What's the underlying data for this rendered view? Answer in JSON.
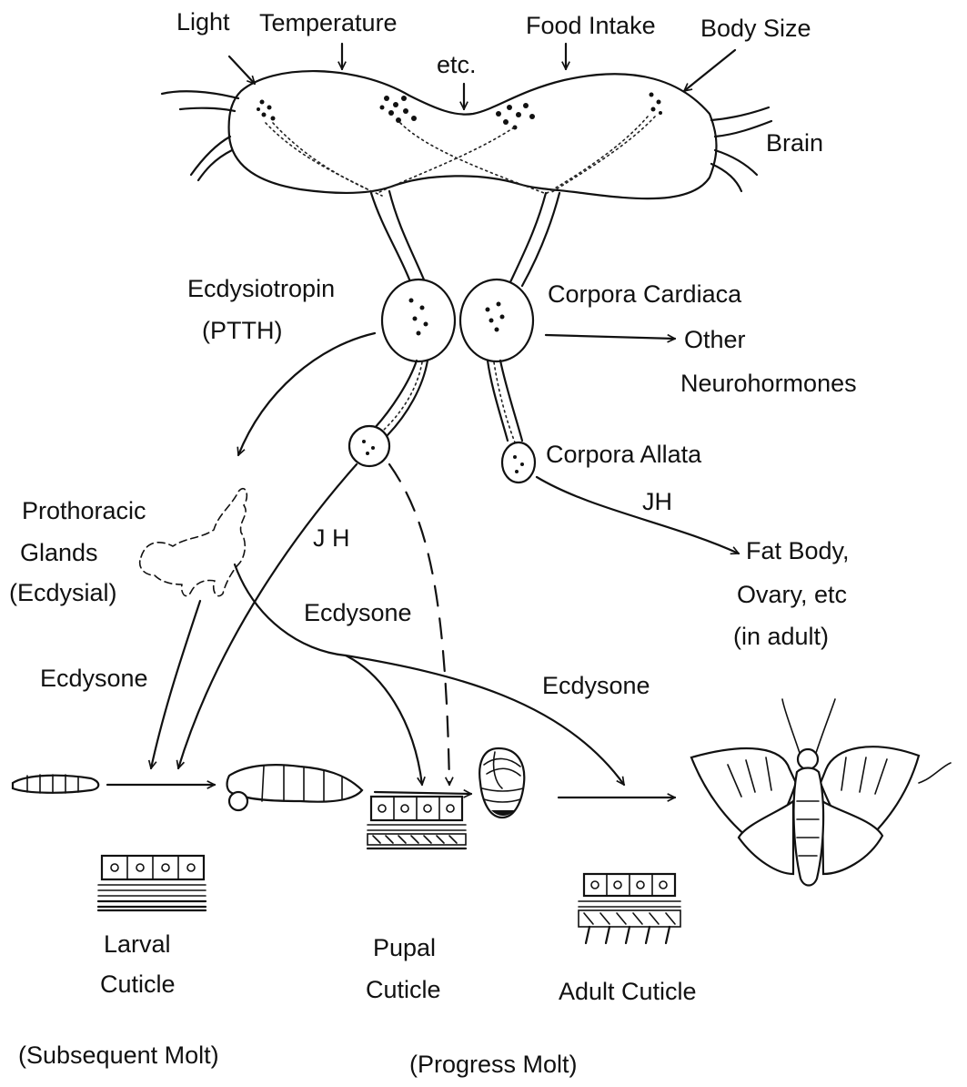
{
  "inputs": {
    "light": "Light",
    "temperature": "Temperature",
    "etc": "etc.",
    "food_intake": "Food Intake",
    "body_size": "Body Size"
  },
  "brain": "Brain",
  "ecdysiotropin": {
    "line1": "Ecdysiotropin",
    "line2": "(PTTH)"
  },
  "corpora_cardiaca": "Corpora Cardiaca",
  "other_neurohormones": {
    "line1": "Other",
    "line2": "Neurohormones"
  },
  "corpora_allata": "Corpora Allata",
  "jh_right": "JH",
  "jh_left": "J H",
  "fat_body": {
    "line1": "Fat Body,",
    "line2": "Ovary, etc",
    "line3": "(in adult)"
  },
  "prothoracic": {
    "line1": "Prothoracic",
    "line2": "Glands",
    "line3": "(Ecdysial)"
  },
  "ecdysone_left": "Ecdysone",
  "ecdysone_mid": "Ecdysone",
  "ecdysone_right": "Ecdysone",
  "cuticles": {
    "larval": {
      "line1": "Larval",
      "line2": "Cuticle"
    },
    "pupal": {
      "line1": "Pupal",
      "line2": "Cuticle"
    },
    "adult": "Adult Cuticle"
  },
  "molts": {
    "subsequent": "(Subsequent Molt)",
    "progress": "(Progress Molt)"
  }
}
